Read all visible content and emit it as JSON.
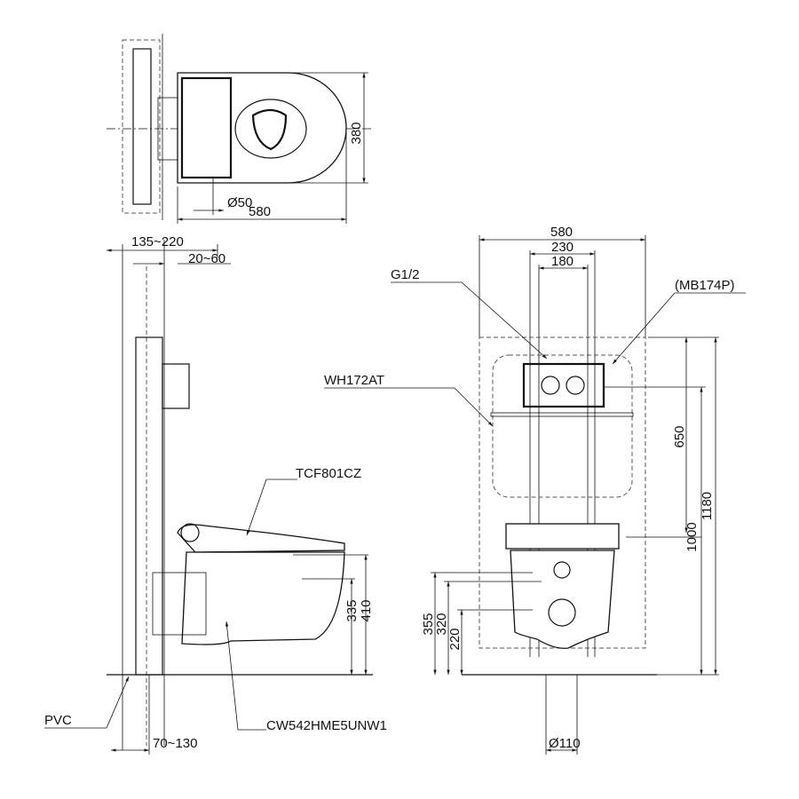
{
  "top_view": {
    "depth": "380",
    "drain_dia": "Ø50",
    "length": "580"
  },
  "side_view": {
    "wall_offset": "135~220",
    "frame_offset": "20~60",
    "pvc_label": "PVC",
    "pipe_offset": "70~130",
    "seat_model": "TCF801CZ",
    "bowl_model": "CW542HME5UNW1",
    "height_335": "335",
    "height_410": "410"
  },
  "front_view": {
    "frame_width": "580",
    "width_230": "230",
    "width_180": "180",
    "inlet_label": "G1/2",
    "plate_model": "(MB174P)",
    "frame_model": "WH172AT",
    "height_650": "650",
    "height_1180": "1180",
    "height_1000": "1000",
    "height_355": "355",
    "height_320": "320",
    "height_220": "220",
    "outlet_dia": "Ø110"
  }
}
